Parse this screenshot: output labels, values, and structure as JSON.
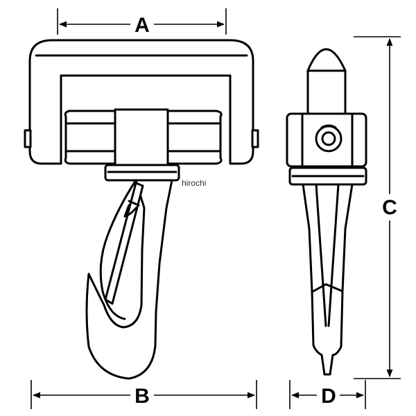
{
  "diagram": {
    "dimensions": {
      "a": "A",
      "b": "B",
      "c": "C",
      "d": "D"
    },
    "watermark": "hirochi",
    "colors": {
      "line": "#000000",
      "background": "#ffffff"
    }
  }
}
